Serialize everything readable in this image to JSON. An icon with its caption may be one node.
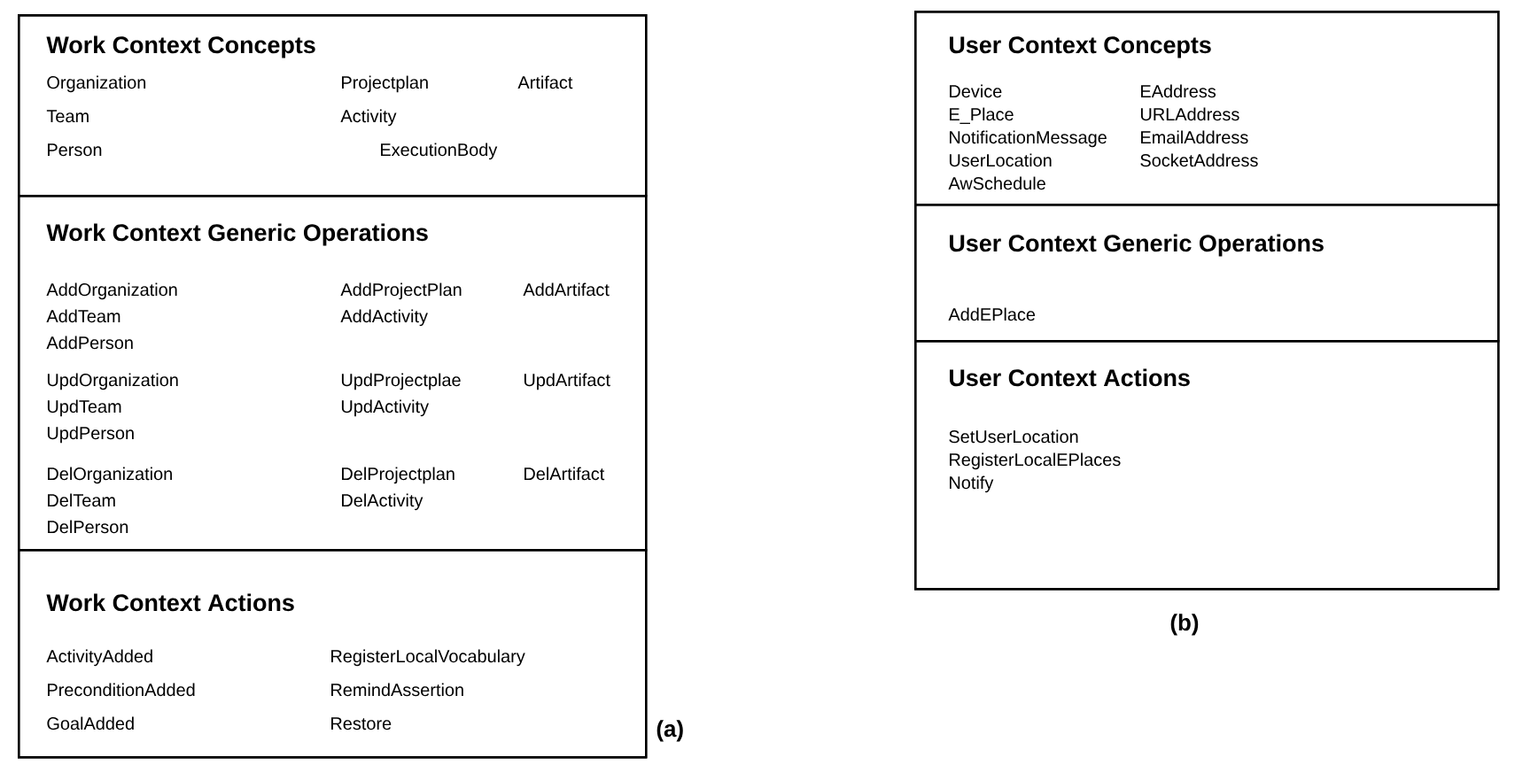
{
  "diagram": {
    "nodes": [
      {
        "text": [],
        "shape": "box",
        "beside": [
          "(a)"
        ]
      },
      {
        "text": [
          "Work Context Concepts",
          "Organization",
          "Projectplan",
          "Artifact",
          "Team",
          "Activity",
          "Person",
          "ExecutionBody"
        ],
        "in": 0
      },
      {
        "text": [
          "Work Context Generic Operations",
          "AddOrganization",
          "AddProjectPlan",
          "AddArtifact",
          "AddTeam",
          "AddActivity",
          "AddPerson",
          "UpdOrganization",
          "UpdProjectplae",
          "UpdArtifact",
          "UpdTeam",
          "UpdActivity",
          "UpdPerson",
          "DelOrganization",
          "DelProjectplan",
          "DelArtifact",
          "DelTeam",
          "DelActivity",
          "DelPerson"
        ],
        "in": 0
      },
      {
        "text": [
          "Work Context Actions",
          "ActivityAdded",
          "RegisterLocalVocabulary",
          "PreconditionAdded",
          "RemindAssertion",
          "GoalAdded",
          "Restore"
        ],
        "in": 0
      },
      {
        "text": [],
        "shape": "box",
        "beside": [
          "(b)"
        ]
      },
      {
        "text": [
          "User Context Concepts",
          "Device",
          "EAddress",
          "E_Place",
          "URLAddress",
          "NotificationMessage",
          "EmailAddress",
          "UserLocation",
          "SocketAddress",
          "AwSchedule"
        ],
        "in": 4
      },
      {
        "text": [
          "User Context Generic Operations",
          "AddEPlace"
        ],
        "in": 4
      },
      {
        "text": [
          "User Context Actions",
          "SetUserLocation",
          "RegisterLocalEPlaces",
          "Notify"
        ],
        "in": 4
      }
    ],
    "edges": []
  }
}
